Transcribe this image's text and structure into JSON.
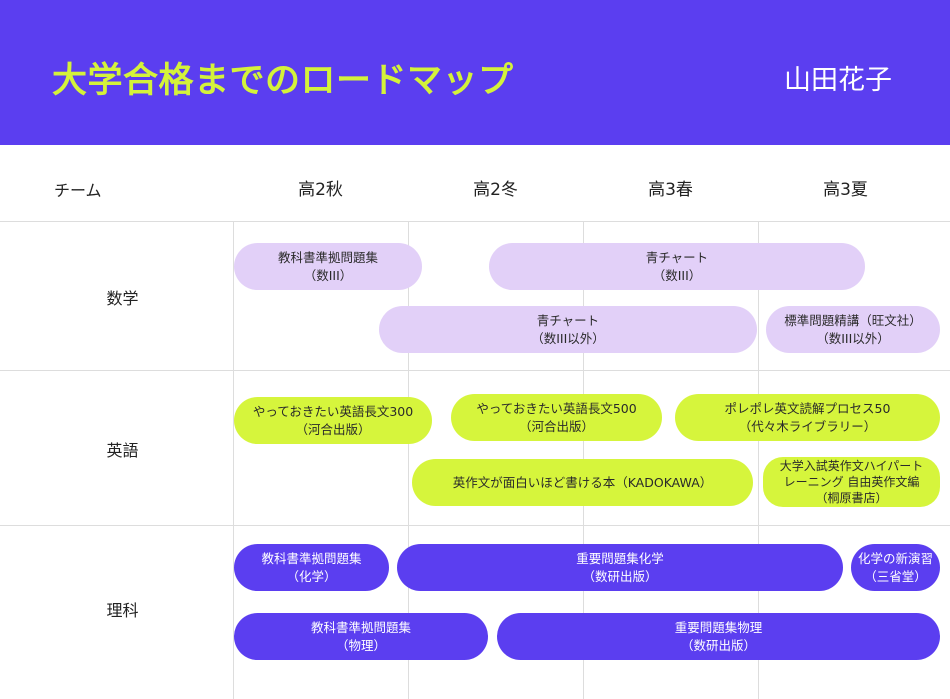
{
  "header": {
    "title": "大学合格までのロードマップ",
    "owner": "山田花子"
  },
  "table": {
    "team_header": "チーム",
    "columns": [
      "高2秋",
      "高2冬",
      "高3春",
      "高3夏"
    ],
    "rows": [
      "数学",
      "英語",
      "理科"
    ]
  },
  "bars": {
    "math": [
      {
        "line1": "教科書準拠問題集",
        "line2": "（数III）"
      },
      {
        "line1": "青チャート",
        "line2": "（数III）"
      },
      {
        "line1": "青チャート",
        "line2": "（数III以外）"
      },
      {
        "line1": "標準問題精講（旺文社）",
        "line2": "（数III以外）"
      }
    ],
    "english": [
      {
        "line1": "やっておきたい英語長文300",
        "line2": "（河合出版）"
      },
      {
        "line1": "やっておきたい英語長文500",
        "line2": "（河合出版）"
      },
      {
        "line1": "ポレポレ英文読解プロセス50",
        "line2": "（代々木ライブラリー）"
      },
      {
        "line1": "英作文が面白いほど書ける本（KADOKAWA）"
      },
      {
        "line1": "大学入試英作文ハイパート",
        "line2": "レーニング 自由英作文編",
        "line3": "（桐原書店）"
      }
    ],
    "science": [
      {
        "line1": "教科書準拠問題集",
        "line2": "（化学）"
      },
      {
        "line1": "重要問題集化学",
        "line2": "（数研出版）"
      },
      {
        "line1": "化学の新演習",
        "line2": "（三省堂）"
      },
      {
        "line1": "教科書準拠問題集",
        "line2": "（物理）"
      },
      {
        "line1": "重要問題集物理",
        "line2": "（数研出版）"
      }
    ]
  },
  "colors": {
    "header_bg": "#5b3ef0",
    "title": "#d4f23a",
    "math": "#e2d0f8",
    "english": "#d6f53c",
    "science": "#5b3ef0"
  }
}
